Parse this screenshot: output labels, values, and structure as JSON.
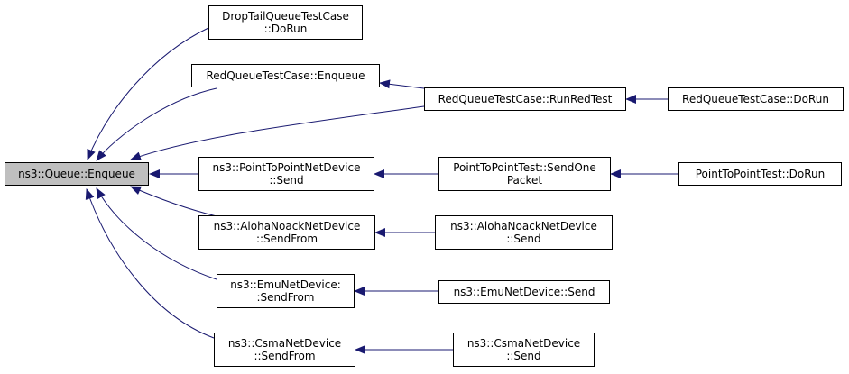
{
  "colors": {
    "edge": "#191970",
    "root_fill": "#bfbfbf",
    "node_fill": "#ffffff",
    "border": "#000000"
  },
  "nodes": {
    "root": {
      "lines": [
        "ns3::Queue::Enqueue"
      ]
    },
    "droptail": {
      "lines": [
        "DropTailQueueTestCase",
        "::DoRun"
      ]
    },
    "red_enqueue": {
      "lines": [
        "RedQueueTestCase::Enqueue"
      ]
    },
    "red_runredtest": {
      "lines": [
        "RedQueueTestCase::RunRedTest"
      ]
    },
    "red_dorun": {
      "lines": [
        "RedQueueTestCase::DoRun"
      ]
    },
    "p2p_send": {
      "lines": [
        "ns3::PointToPointNetDevice",
        "::Send"
      ]
    },
    "p2p_sendone": {
      "lines": [
        "PointToPointTest::SendOne",
        "Packet"
      ]
    },
    "p2p_dorun": {
      "lines": [
        "PointToPointTest::DoRun"
      ]
    },
    "aloha_sendfrom": {
      "lines": [
        "ns3::AlohaNoackNetDevice",
        "::SendFrom"
      ]
    },
    "aloha_send": {
      "lines": [
        "ns3::AlohaNoackNetDevice",
        "::Send"
      ]
    },
    "emu_sendfrom": {
      "lines": [
        "ns3::EmuNetDevice:",
        ":SendFrom"
      ]
    },
    "emu_send": {
      "lines": [
        "ns3::EmuNetDevice::Send"
      ]
    },
    "csma_sendfrom": {
      "lines": [
        "ns3::CsmaNetDevice",
        "::SendFrom"
      ]
    },
    "csma_send": {
      "lines": [
        "ns3::CsmaNetDevice",
        "::Send"
      ]
    }
  }
}
